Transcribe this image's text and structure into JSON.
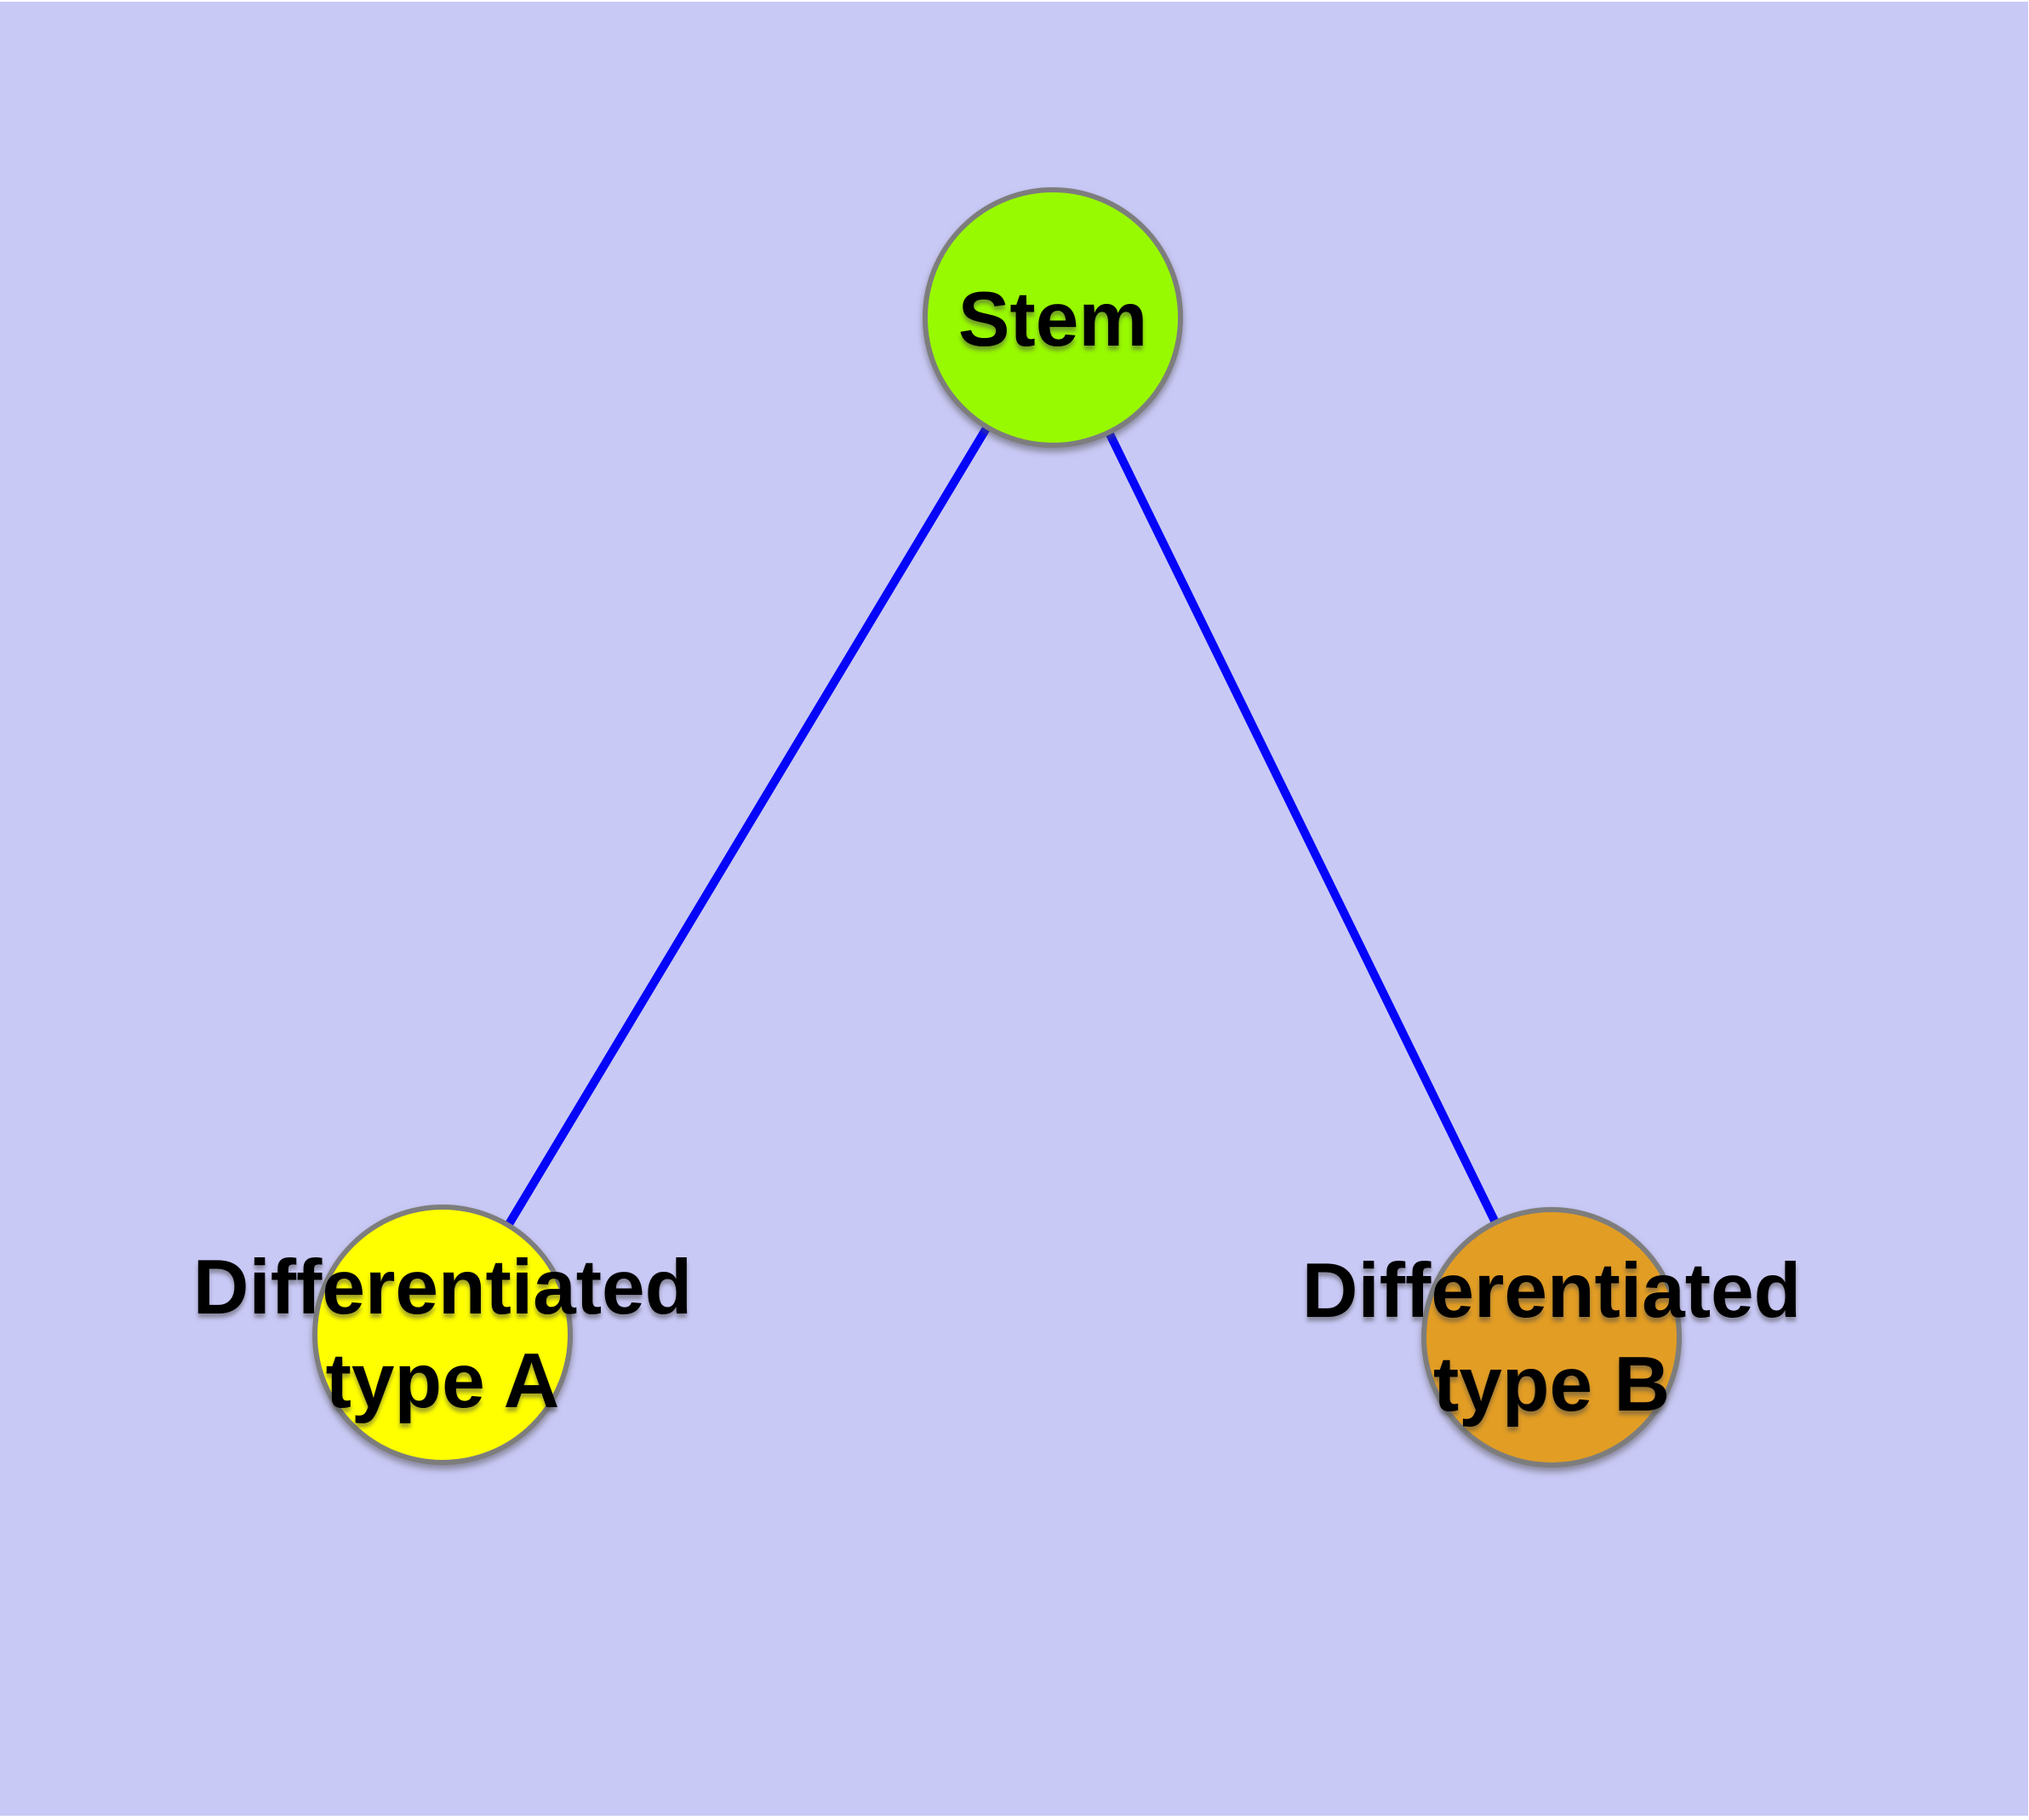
{
  "diagram": {
    "nodes": {
      "stem": {
        "label": "Stem",
        "fill": "#98fa00"
      },
      "type_a": {
        "label_line1": "Differentiated",
        "label_line2": "type A",
        "fill": "#ffff00"
      },
      "type_b": {
        "label_line1": "Differentiated",
        "label_line2": "type B",
        "fill": "#e29d24"
      }
    },
    "edges": [
      {
        "from": "Stem",
        "to": "Differentiated type A"
      },
      {
        "from": "Stem",
        "to": "Differentiated type B"
      }
    ]
  },
  "colors": {
    "background": "#c9c9f6",
    "page_margin": "#ffffff",
    "node_border": "#7d7d7d",
    "edge": "#0505fa",
    "text": "#000000"
  }
}
